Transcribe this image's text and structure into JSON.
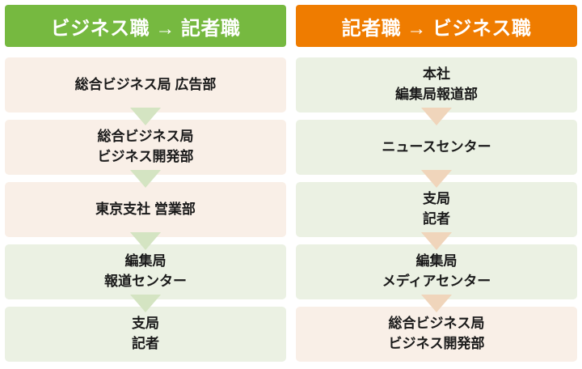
{
  "diagram": {
    "type": "flow-columns",
    "title_left": "ビジネス職 → 記者職",
    "title_right": "記者職 → ビジネス職",
    "colors": {
      "header_green": "#76b940",
      "header_orange": "#ef7c00",
      "node_pink": "#f9efe7",
      "node_green": "#ebf1e3",
      "arrow_green": "#d4e4c2",
      "arrow_peach": "#f0d5bb",
      "text": "#1a1a1a",
      "header_text": "#ffffff",
      "background": "#ffffff"
    }
  },
  "columns": [
    {
      "id": "business-to-reporter",
      "header": {
        "label": "ビジネス職 → 記者職",
        "from": "ビジネス職",
        "arrow": "→",
        "to": "記者職",
        "color": "#76b940"
      },
      "arrow_color": "#d4e4c2",
      "steps": [
        {
          "label": "総合ビジネス局  広告部",
          "tone": "pink"
        },
        {
          "label": "総合ビジネス局\nビジネス開発部",
          "tone": "pink"
        },
        {
          "label": "東京支社  営業部",
          "tone": "pink"
        },
        {
          "label": "編集局\n報道センター",
          "tone": "green"
        },
        {
          "label": "支局\n記者",
          "tone": "green"
        }
      ]
    },
    {
      "id": "reporter-to-business",
      "header": {
        "label": "記者職 → ビジネス職",
        "from": "記者職",
        "arrow": "→",
        "to": "ビジネス職",
        "color": "#ef7c00"
      },
      "arrow_color": "#f0d5bb",
      "steps": [
        {
          "label": "本社\n編集局報道部",
          "tone": "green"
        },
        {
          "label": "ニュースセンター",
          "tone": "green"
        },
        {
          "label": "支局\n記者",
          "tone": "green"
        },
        {
          "label": "編集局\nメディアセンター",
          "tone": "green"
        },
        {
          "label": "総合ビジネス局\nビジネス開発部",
          "tone": "pink"
        }
      ]
    }
  ]
}
